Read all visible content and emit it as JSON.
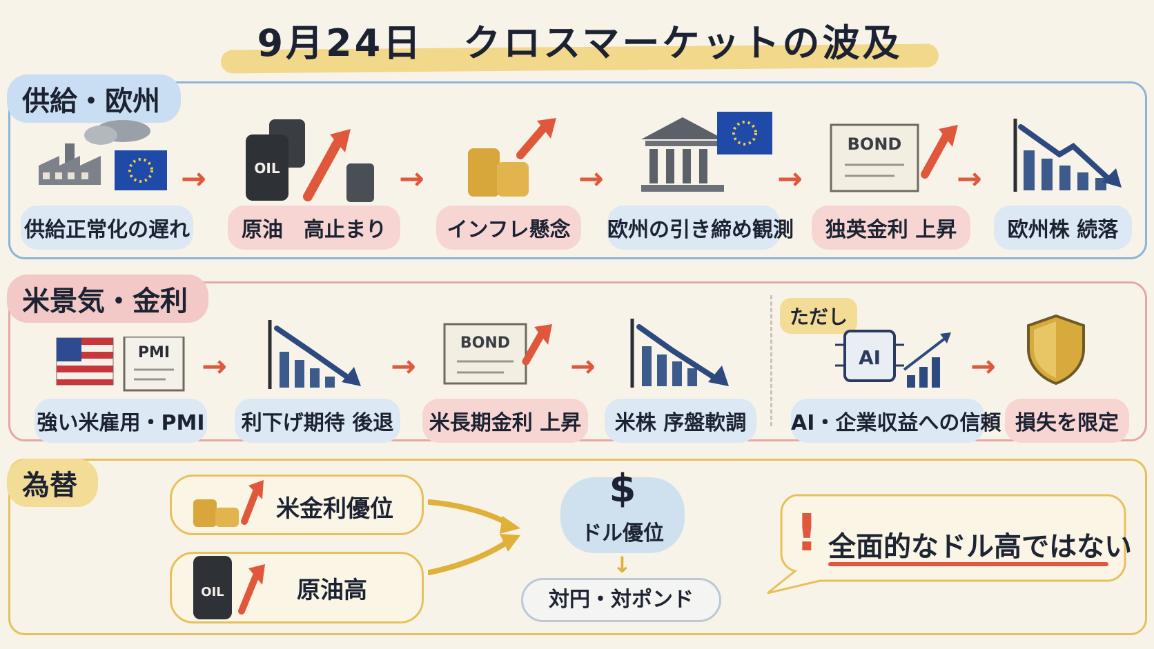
{
  "title": "9月24日　クロスマーケットの波及",
  "sections": {
    "supply": {
      "label": "供給・欧州",
      "nodes": [
        {
          "label": "供給正常化の遅れ"
        },
        {
          "label": "原油　高止まり"
        },
        {
          "label": "インフレ懸念"
        },
        {
          "label": "欧州の引き締め観測"
        },
        {
          "label": "独英金利 上昇",
          "icon_text": "BOND"
        },
        {
          "label": "欧州株 続落"
        }
      ],
      "icon_texts": {
        "oil": "OIL"
      }
    },
    "us": {
      "label": "米景気・金利",
      "nodes": [
        {
          "label": "強い米雇用・PMI",
          "icon_text": "PMI"
        },
        {
          "label": "利下げ期待 後退"
        },
        {
          "label": "米長期金利 上昇",
          "icon_text": "BOND"
        },
        {
          "label": "米株 序盤軟調"
        }
      ],
      "caveat_tag": "ただし",
      "caveat_nodes": [
        {
          "label": "AI・企業収益への信頼",
          "icon_text": "AI"
        },
        {
          "label": "損失を限定"
        }
      ]
    },
    "fx": {
      "label": "為替",
      "drivers": [
        {
          "label": "米金利優位"
        },
        {
          "label": "原油高",
          "icon_text": "OIL"
        }
      ],
      "result_symbol": "$",
      "result": "ドル優位",
      "target": "対円・対ポンド",
      "caveat": "全面的なドル高ではない",
      "caveat_mark": "!"
    }
  },
  "colors": {
    "supply_frame": "#8cb4d8",
    "us_frame": "#e7a6a6",
    "fx_frame": "#e6c15a",
    "arrow": "#e0583c",
    "down_trend": "#2c4a80"
  }
}
